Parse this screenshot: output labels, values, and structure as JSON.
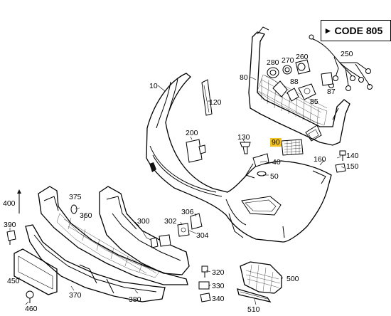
{
  "header_box": {
    "arrow": "▸",
    "code_label": "CODE 805"
  },
  "callouts": [
    {
      "id": "c10",
      "text": "10"
    },
    {
      "id": "c80",
      "text": "80"
    },
    {
      "id": "c85",
      "text": "85"
    },
    {
      "id": "c87",
      "text": "87"
    },
    {
      "id": "c88",
      "text": "88"
    },
    {
      "id": "c90",
      "text": "90",
      "highlighted": true
    },
    {
      "id": "c120",
      "text": "120"
    },
    {
      "id": "c130",
      "text": "130"
    },
    {
      "id": "c140",
      "text": "140"
    },
    {
      "id": "c150",
      "text": "150"
    },
    {
      "id": "c160",
      "text": "160"
    },
    {
      "id": "c200",
      "text": "200"
    },
    {
      "id": "c250",
      "text": "250"
    },
    {
      "id": "c260",
      "text": "260"
    },
    {
      "id": "c270",
      "text": "270"
    },
    {
      "id": "c280",
      "text": "280"
    },
    {
      "id": "c300",
      "text": "300"
    },
    {
      "id": "c302",
      "text": "302"
    },
    {
      "id": "c304",
      "text": "304"
    },
    {
      "id": "c306",
      "text": "306"
    },
    {
      "id": "c320",
      "text": "320"
    },
    {
      "id": "c330",
      "text": "330"
    },
    {
      "id": "c340",
      "text": "340"
    },
    {
      "id": "c360",
      "text": "360"
    },
    {
      "id": "c370",
      "text": "370"
    },
    {
      "id": "c375",
      "text": "375"
    },
    {
      "id": "c380",
      "text": "380"
    },
    {
      "id": "c390",
      "text": "390"
    },
    {
      "id": "c400",
      "text": "400"
    },
    {
      "id": "c40",
      "text": "40"
    },
    {
      "id": "c450",
      "text": "450"
    },
    {
      "id": "c460",
      "text": "460"
    },
    {
      "id": "c50",
      "text": "50"
    },
    {
      "id": "c500",
      "text": "500"
    },
    {
      "id": "c510",
      "text": "510"
    }
  ],
  "colors": {
    "highlight": "#f3c326",
    "line": "#000000",
    "background": "#ffffff"
  }
}
